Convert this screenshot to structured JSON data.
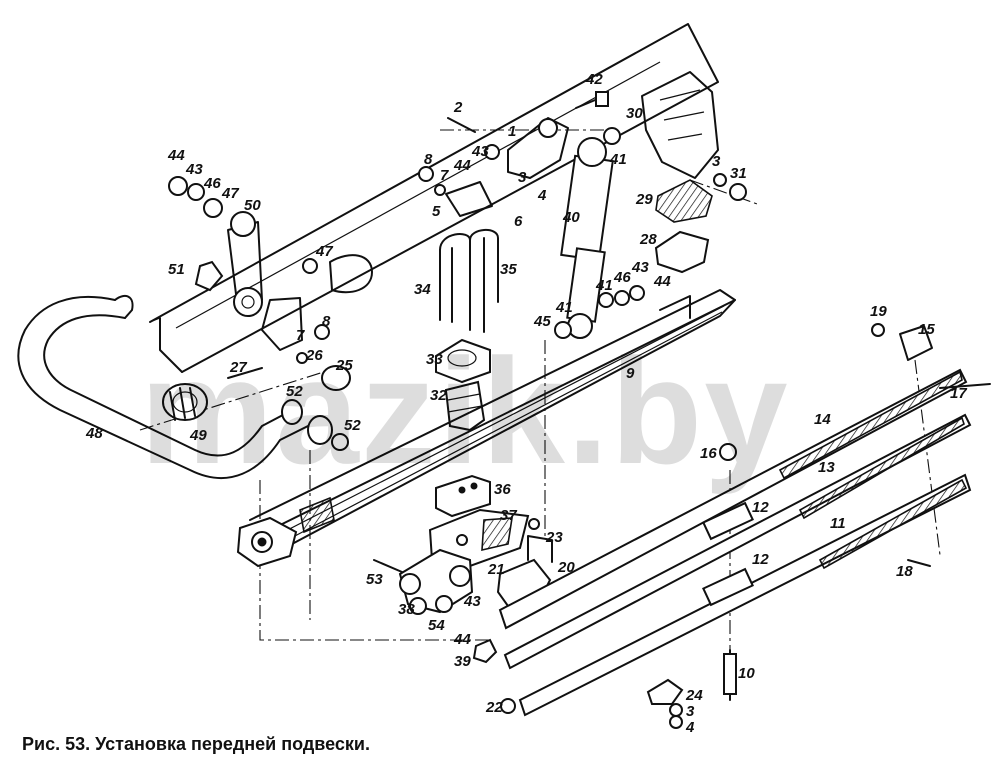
{
  "caption": "Рис. 53. Установка передней подвески.",
  "watermark": "mazik.by",
  "colors": {
    "ink": "#111111",
    "paper": "#ffffff"
  },
  "callouts": {
    "n1": "1",
    "n2": "2",
    "n3a": "3",
    "n3b": "3",
    "n3c": "3",
    "n4a": "4",
    "n4b": "4",
    "n5": "5",
    "n6": "6",
    "n7a": "7",
    "n7b": "7",
    "n8a": "8",
    "n8b": "8",
    "n9": "9",
    "n10": "10",
    "n11": "11",
    "n12a": "12",
    "n12b": "12",
    "n13": "13",
    "n14": "14",
    "n15": "15",
    "n16": "16",
    "n17": "17",
    "n18": "18",
    "n19": "19",
    "n20": "20",
    "n21": "21",
    "n22": "22",
    "n23": "23",
    "n24": "24",
    "n25": "25",
    "n26": "26",
    "n27": "27",
    "n28": "28",
    "n29": "29",
    "n30": "30",
    "n31": "31",
    "n32": "32",
    "n33": "33",
    "n34": "34",
    "n35": "35",
    "n36": "36",
    "n37": "37",
    "n38": "38",
    "n39": "39",
    "n40": "40",
    "n41a": "41",
    "n41b": "41",
    "n41c": "41",
    "n42": "42",
    "n43a": "43",
    "n43b": "43",
    "n43c": "43",
    "n43d": "43",
    "n44a": "44",
    "n44b": "44",
    "n44c": "44",
    "n44d": "44",
    "n45": "45",
    "n46a": "46",
    "n46b": "46",
    "n47a": "47",
    "n47b": "47",
    "n48": "48",
    "n49": "49",
    "n50": "50",
    "n51": "51",
    "n52a": "52",
    "n52b": "52",
    "n53": "53",
    "n54": "54"
  }
}
